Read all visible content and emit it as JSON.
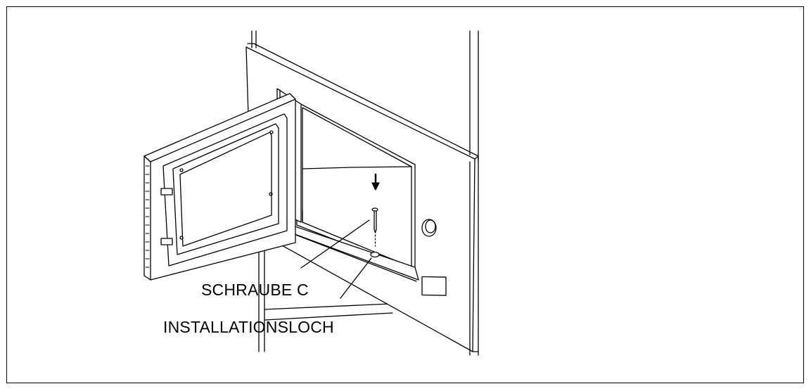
{
  "figure": {
    "labels": {
      "screw": "SCHRAUBE C",
      "hole": "INSTALLATIONSLOCH"
    },
    "icons": [
      "microwave-oven-drawing",
      "down-arrow-icon",
      "screw-icon",
      "knob-icon"
    ],
    "colors": {
      "line": "#000000",
      "background": "#ffffff"
    }
  }
}
